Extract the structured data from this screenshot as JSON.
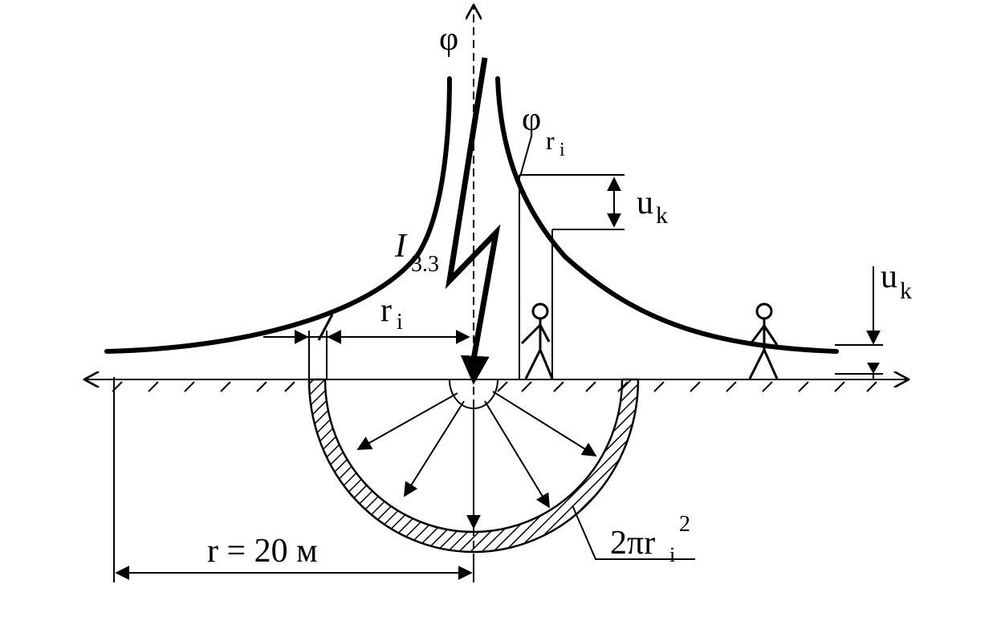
{
  "labels": {
    "phi_axis": "φ",
    "phi_ri_main": "φ",
    "phi_ri_sub1": "r",
    "phi_ri_sub2": "i",
    "uk_1_main": "u",
    "uk_1_sub": "k",
    "uk_2_main": "u",
    "uk_2_sub": "k",
    "current_main": "I",
    "current_sub": "3.3",
    "ri_main": "r",
    "ri_sub": "i",
    "radius_dim": "r = 20 м",
    "area_main": "2πr",
    "area_sub": "i",
    "area_sup": "2"
  },
  "colors": {
    "ink": "#000000",
    "background": "#ffffff"
  }
}
